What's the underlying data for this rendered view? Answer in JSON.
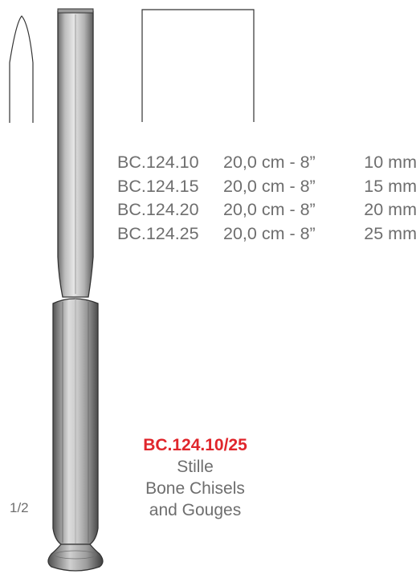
{
  "specs": [
    {
      "code": "BC.124.10",
      "length": "20,0 cm - 8”",
      "width": "10 mm"
    },
    {
      "code": "BC.124.15",
      "length": "20,0 cm - 8”",
      "width": "15 mm"
    },
    {
      "code": "BC.124.20",
      "length": "20,0 cm - 8”",
      "width": "20 mm"
    },
    {
      "code": "BC.124.25",
      "length": "20,0 cm - 8”",
      "width": "25 mm"
    }
  ],
  "caption": {
    "code": "BC.124.10/25",
    "line1": "Stille",
    "line2": "Bone Chisels",
    "line3": "and Gouges"
  },
  "scale": "1/2",
  "colors": {
    "accent": "#e0262c",
    "text": "#6e6e6e"
  }
}
